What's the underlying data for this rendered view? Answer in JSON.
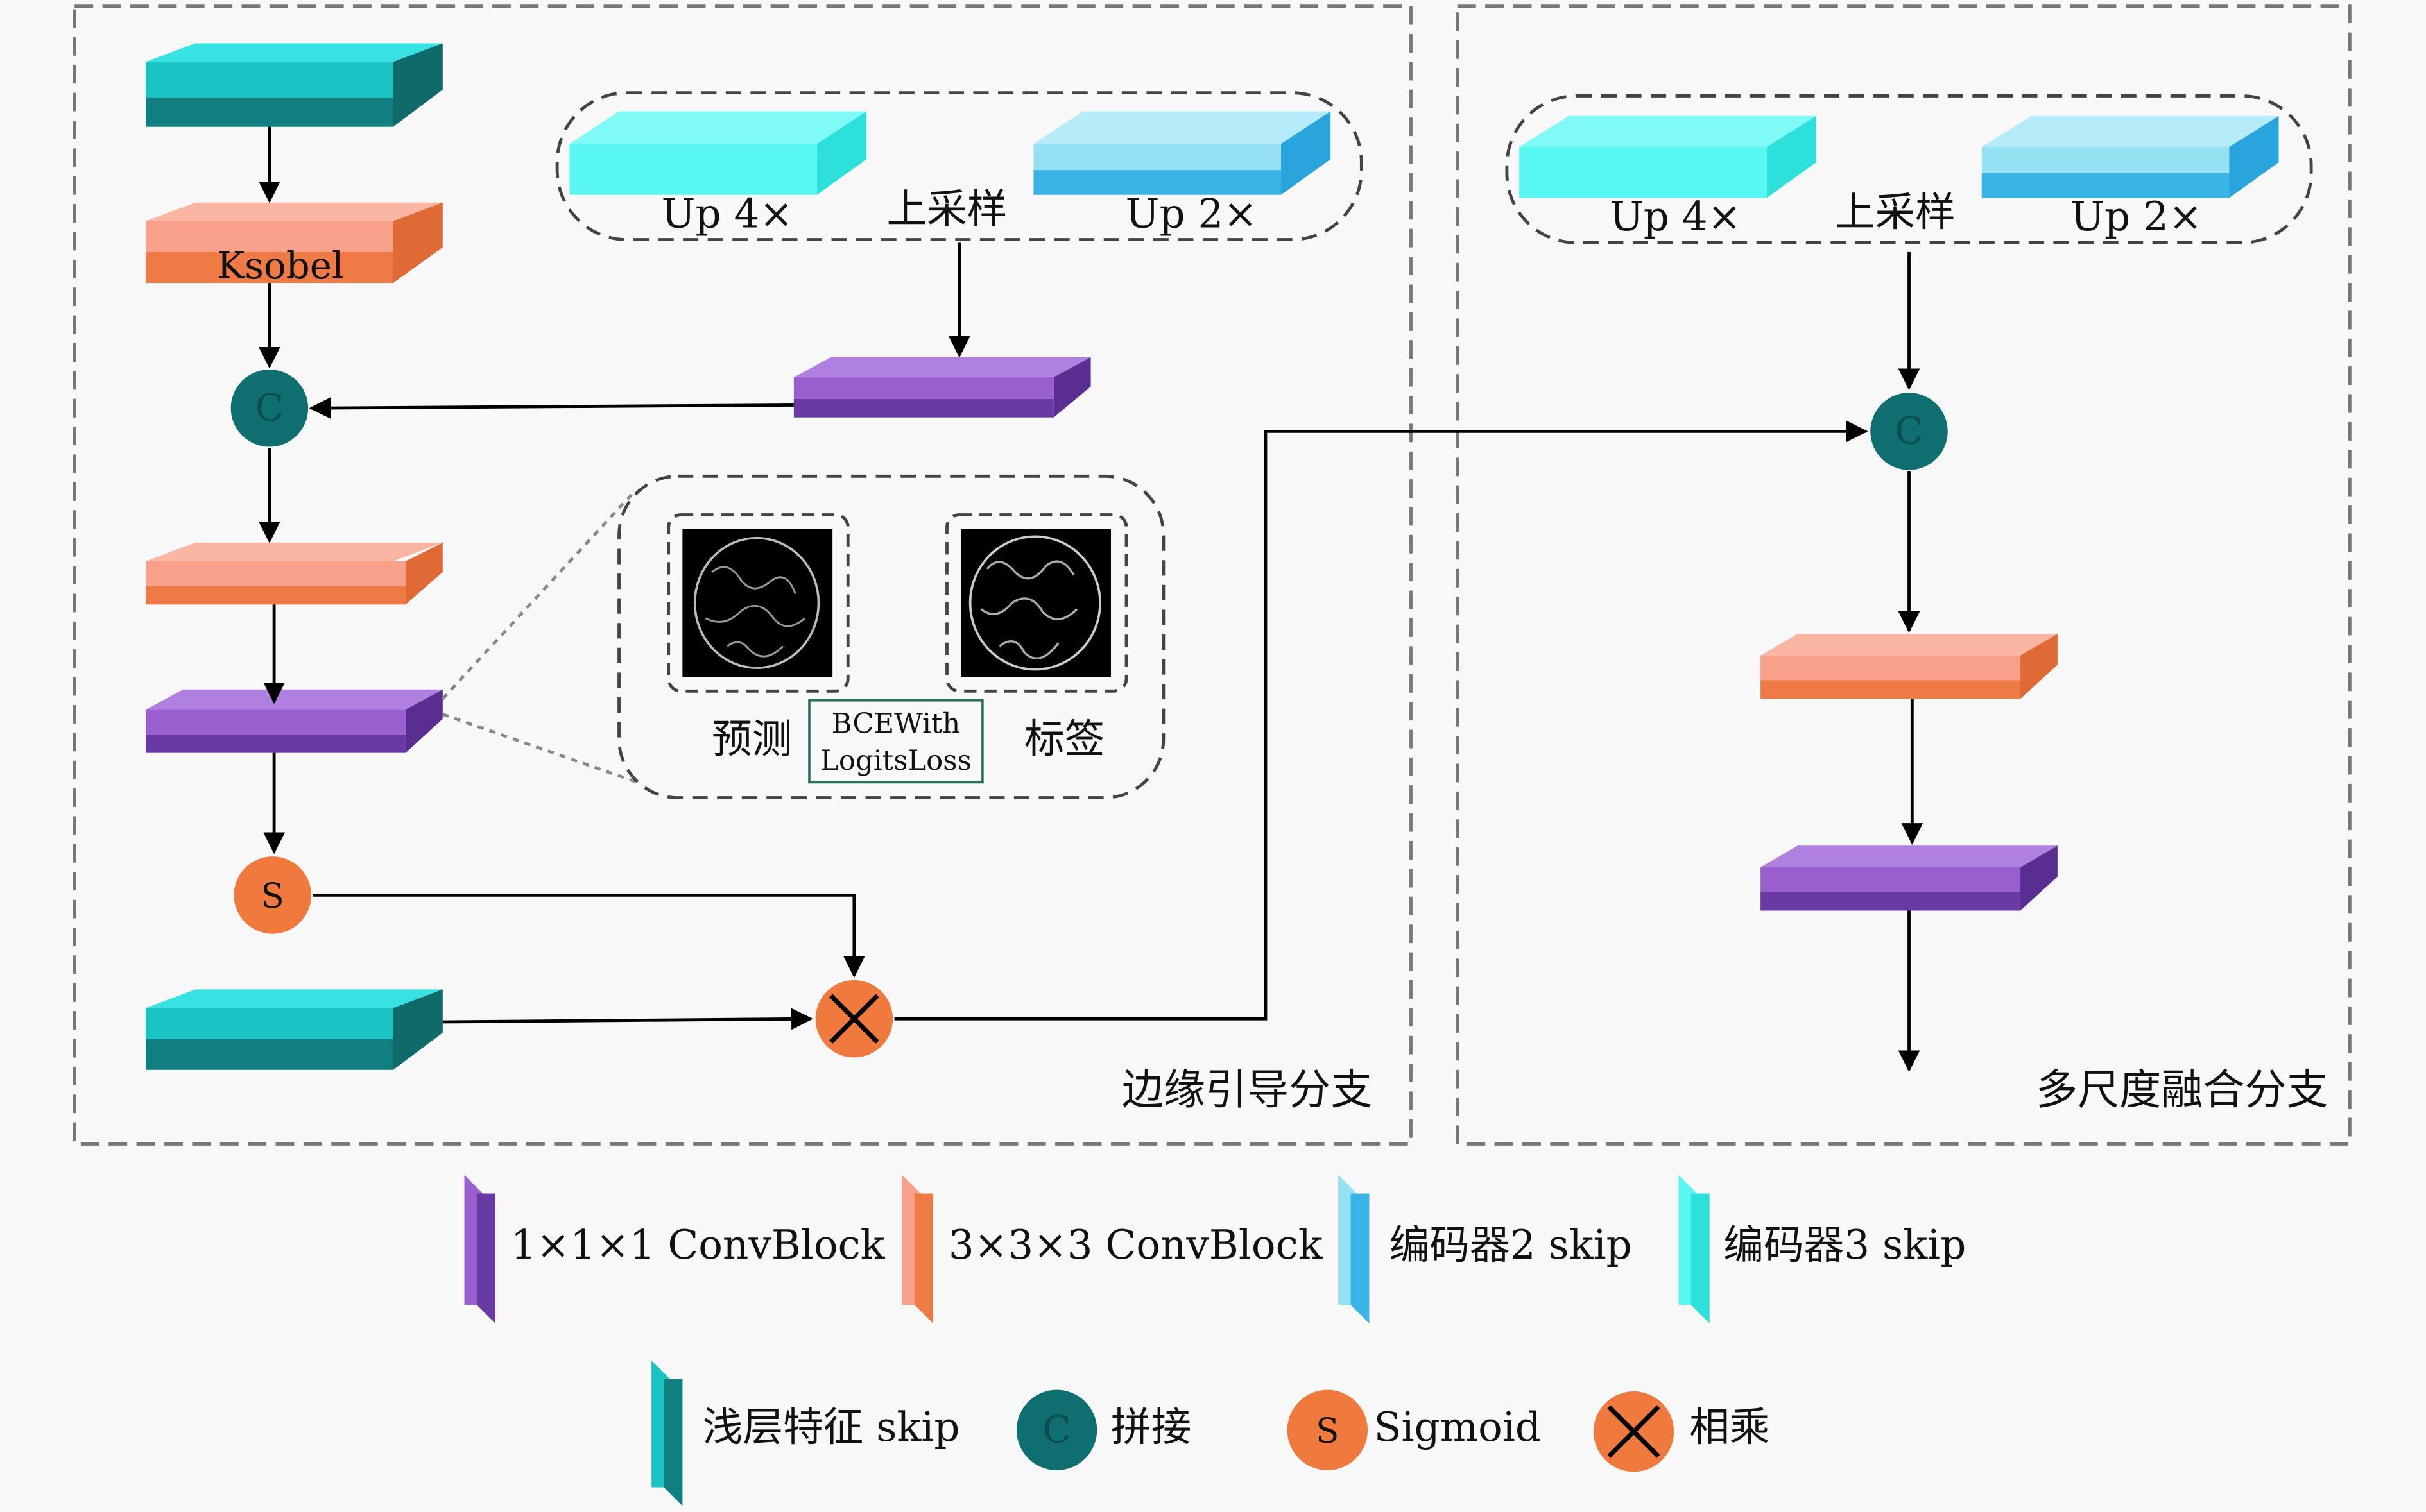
{
  "branches": {
    "edge": {
      "title": "边缘引导分支"
    },
    "fusion": {
      "title": "多尺度融合分支"
    }
  },
  "edge_branch": {
    "ksobel_label": "Ksobel",
    "up4_label": "Up 4×",
    "up2_label": "Up 2×",
    "upsample_label": "上采样",
    "concat_symbol": "C",
    "sigmoid_symbol": "S",
    "loss_box": {
      "pred_label": "预测",
      "target_label": "标签",
      "loss_line1": "BCEWith",
      "loss_line2": "LogitsLoss"
    }
  },
  "fusion_branch": {
    "up4_label": "Up 4×",
    "up2_label": "Up 2×",
    "upsample_label": "上采样",
    "concat_symbol": "C"
  },
  "legend": {
    "conv1": "1×1×1 ConvBlock",
    "conv3": "3×3×3 ConvBlock",
    "enc2": "编码器2 skip",
    "enc3": "编码器3 skip",
    "shallow": "浅层特征 skip",
    "concat_symbol": "C",
    "concat": "拼接",
    "sigmoid_symbol": "S",
    "sigmoid": "Sigmoid",
    "multiply": "相乘"
  },
  "colors": {
    "teal": "#1bc4c4",
    "salmon": "#f8a08a",
    "purple": "#9a5fcf",
    "light_blue": "#96e0f4",
    "cyan": "#58f7f2",
    "circle_teal": "#0e6e70",
    "circle_orange": "#f07a3e"
  }
}
